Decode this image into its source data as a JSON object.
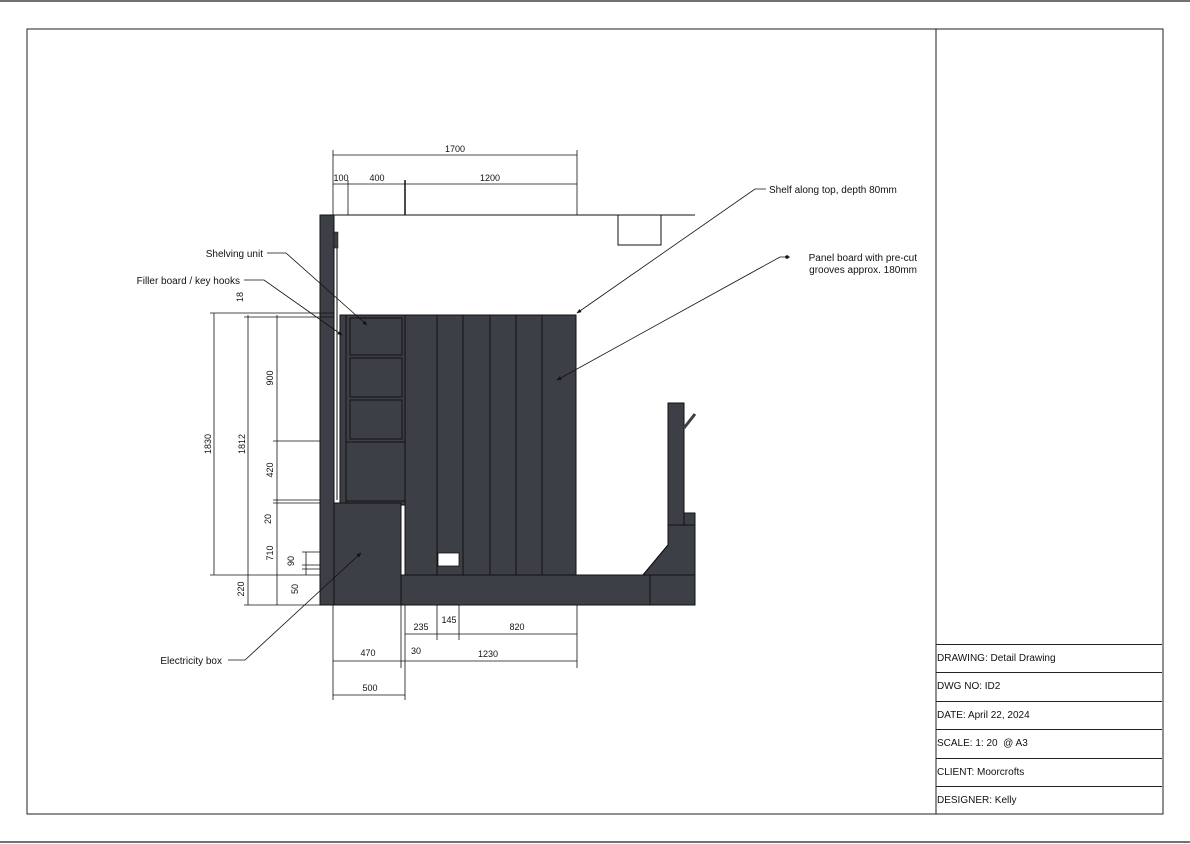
{
  "drawing": {
    "overall_width": "1700",
    "top_dims": [
      "100",
      "400",
      "1200"
    ],
    "labels": {
      "shelf_top": "Shelf along top, depth 80mm",
      "panel_line1": "Panel board with pre-cut",
      "panel_line2": "grooves approx. 180mm",
      "shelving_unit": "Shelving unit",
      "filler_board": "Filler board / key hooks",
      "electricity_box": "Electricity box"
    },
    "left_dims": {
      "total_1830": "1830",
      "total_1812": "1812",
      "d18": "18",
      "d900": "900",
      "d420": "420",
      "d20": "20",
      "d710": "710",
      "d90": "90",
      "d50": "50",
      "d220": "220"
    },
    "bottom_dims": {
      "d235": "235",
      "d145": "145",
      "d820": "820",
      "d470": "470",
      "d30": "30",
      "d1230": "1230",
      "d500": "500"
    }
  },
  "title_block": {
    "drawing": {
      "label": "DRAWING: ",
      "value": "Detail Drawing"
    },
    "dwg_no": {
      "label": "DWG NO: ",
      "value": "ID2"
    },
    "date": {
      "label": "DATE: ",
      "value": "April 22, 2024"
    },
    "scale": {
      "label": "SCALE: ",
      "value": "1: 20  @ A3"
    },
    "client": {
      "label": "CLIENT: ",
      "value": "Moorcrofts"
    },
    "designer": {
      "label": "DESIGNER: ",
      "value": "Kelly"
    }
  },
  "colors": {
    "panel": "#3c3f46",
    "line": "#111111"
  }
}
